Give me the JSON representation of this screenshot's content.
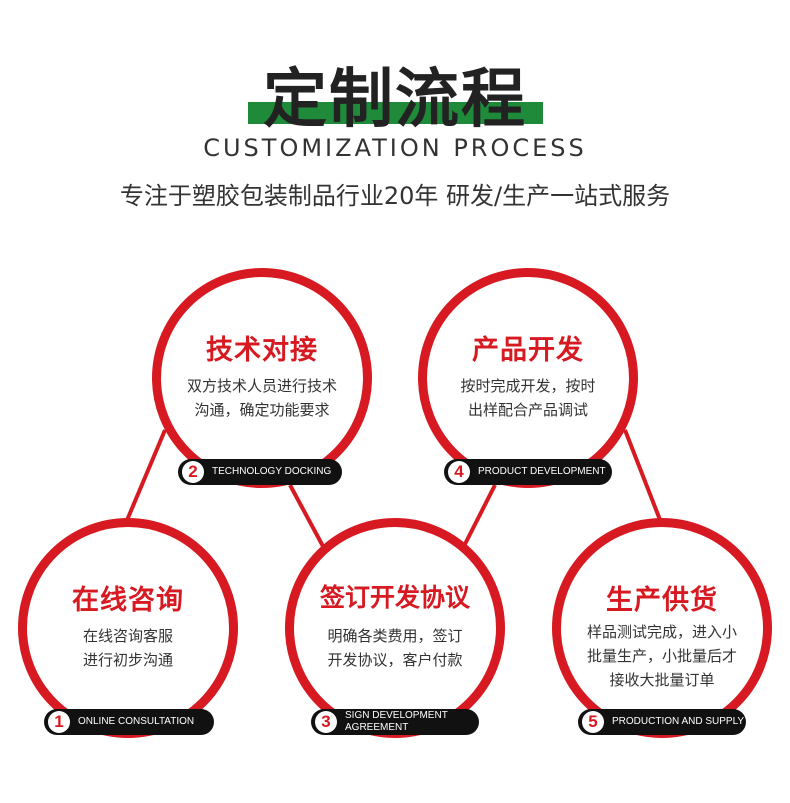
{
  "header": {
    "title": "定制流程",
    "subtitle_en": "CUSTOMIZATION PROCESS",
    "subtitle_cn": "专注于塑胶包装制品行业20年 研发/生产一站式服务"
  },
  "colors": {
    "accent_red": "#d71a21",
    "accent_green": "#1f8a3a",
    "pill_black": "#111111"
  },
  "steps": [
    {
      "number": "1",
      "title": "在线咨询",
      "desc": "在线咨询客服\n进行初步沟通",
      "label": "ONLINE CONSULTATION"
    },
    {
      "number": "2",
      "title": "技术对接",
      "desc": "双方技术人员进行技术\n沟通，确定功能要求",
      "label": "TECHNOLOGY DOCKING"
    },
    {
      "number": "3",
      "title": "签订开发协议",
      "desc": "明确各类费用，签订\n开发协议，客户付款",
      "label": "SIGN DEVELOPMENT\nAGREEMENT"
    },
    {
      "number": "4",
      "title": "产品开发",
      "desc": "按时完成开发，按时\n出样配合产品调试",
      "label": "PRODUCT DEVELOPMENT"
    },
    {
      "number": "5",
      "title": "生产供货",
      "desc": "样品测试完成，进入小\n批量生产，小批量后才\n接收大批量订单",
      "label": "PRODUCTION AND SUPPLY"
    }
  ]
}
